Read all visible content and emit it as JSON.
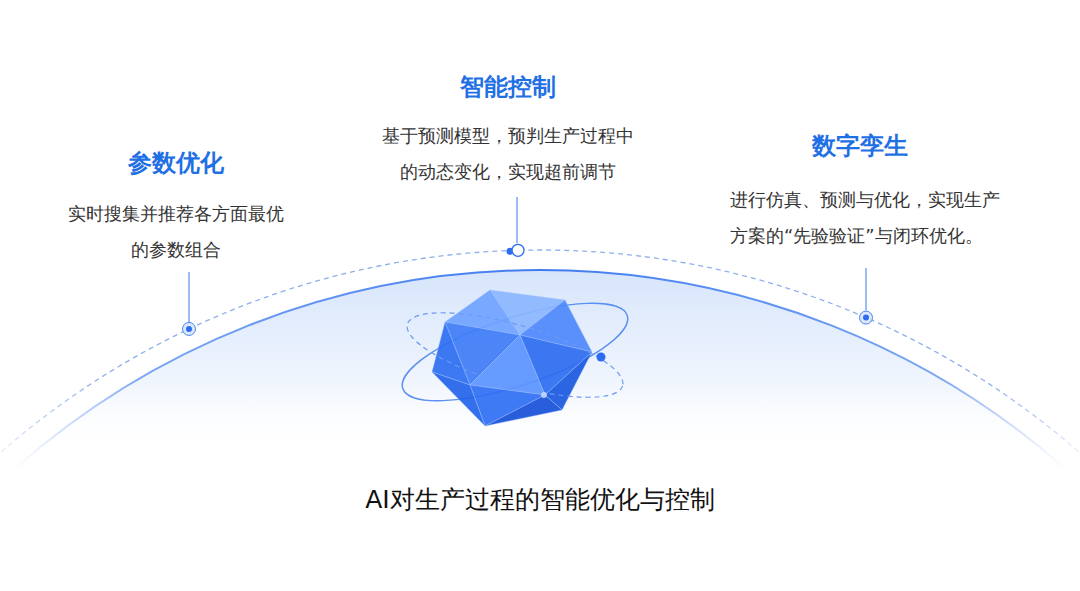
{
  "diagram": {
    "caption": "AI对生产过程的智能优化与控制",
    "labels": [
      "参数优化",
      "实时搜集并推荐各方面最优 的参数组合",
      "智能控制",
      "基于预测模型，预判生产过程中 的动态变化，实现超前调节",
      "数字孪生",
      "进行仿真、预测与优化，实现生产 方案的“先验验证”与闭环优化。"
    ]
  }
}
